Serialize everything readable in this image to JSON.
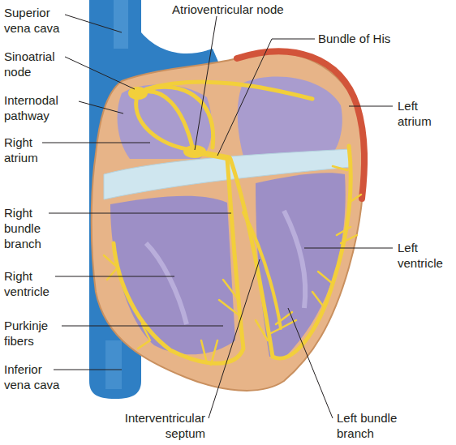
{
  "diagram": {
    "labels": [
      "Atrioventricular node",
      "Bundle of His",
      "Superior vena cava",
      "Sinoatrial node",
      "Internodal pathway",
      "Right atrium",
      "Left atrium",
      "Right bundle branch",
      "Left ventricle",
      "Right ventricle",
      "Purkinje fibers",
      "Inferior vena cava",
      "Interventricular septum",
      "Left bundle branch"
    ]
  }
}
